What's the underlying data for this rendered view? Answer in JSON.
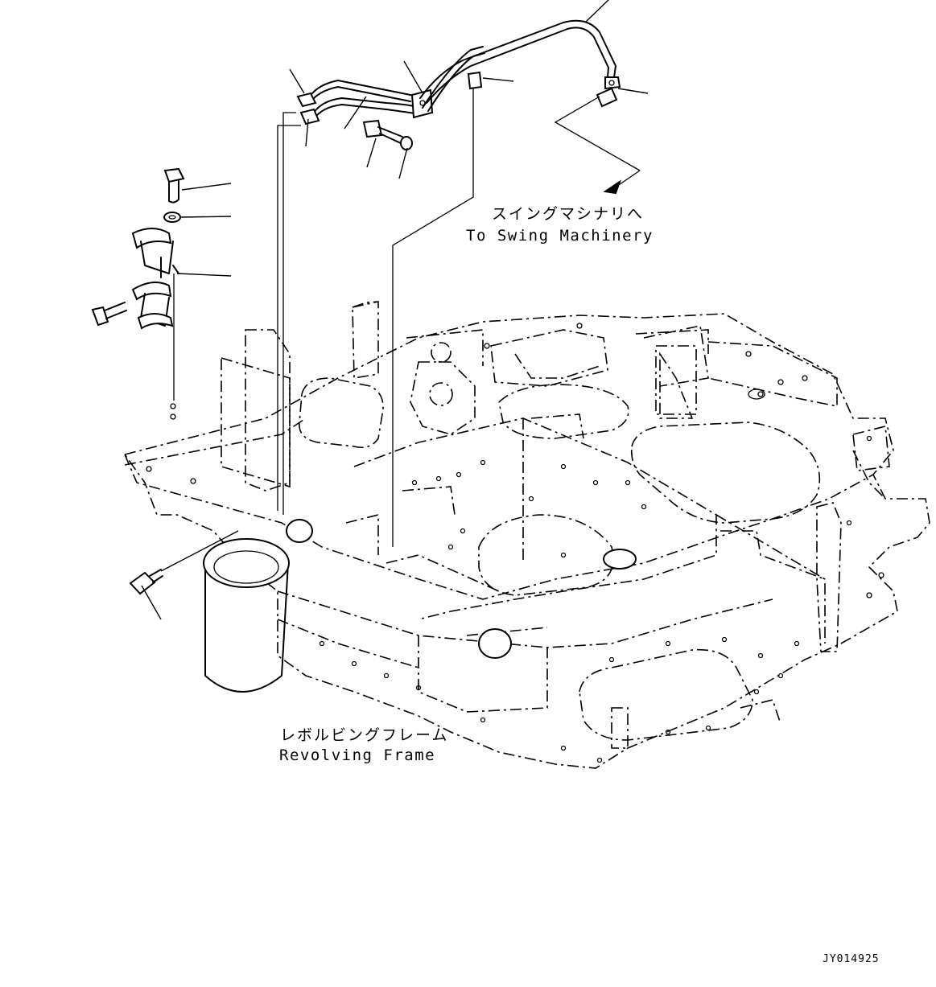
{
  "labels": {
    "swing_jp": "スイングマシナリへ",
    "swing_en": "To Swing Machinery",
    "frame_jp": "レボルビングフレーム",
    "frame_en": "Revolving Frame",
    "drawing_id": "JY014925"
  },
  "colors": {
    "line": "#000000",
    "background": "#ffffff"
  }
}
